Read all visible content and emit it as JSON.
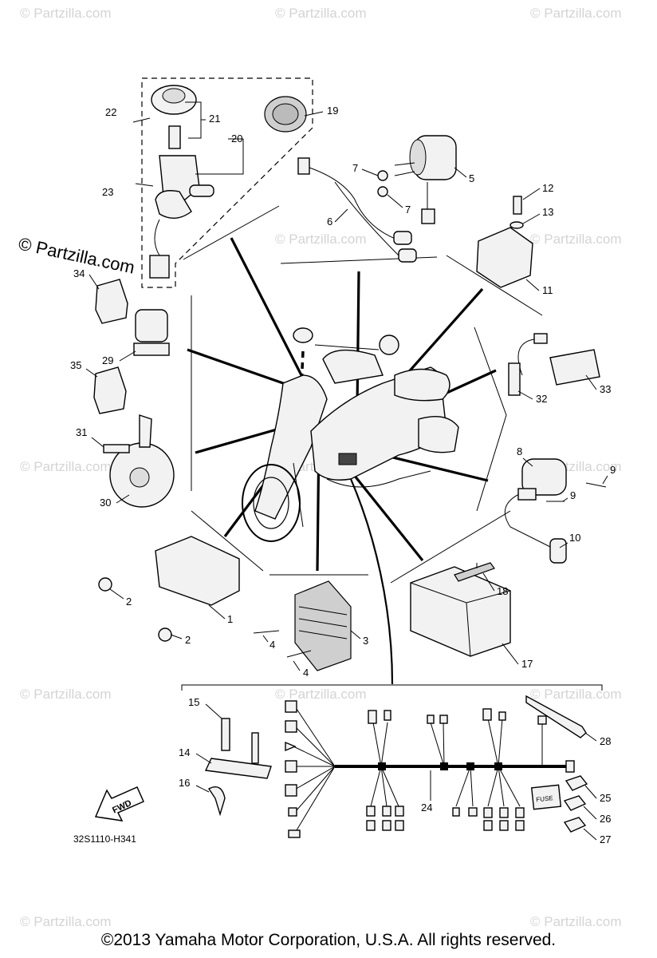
{
  "watermark": "© Partzilla.com",
  "diagram_code": "32S1110-H341",
  "fwd_label": "FWD",
  "fuse_label": "FUSE",
  "copyright": "©2013  Yamaha Motor Corporation, U.S.A. All rights reserved.",
  "callouts": {
    "c1": "1",
    "c2a": "2",
    "c2b": "2",
    "c3": "3",
    "c4a": "4",
    "c4b": "4",
    "c5": "5",
    "c6": "6",
    "c7a": "7",
    "c7b": "7",
    "c8": "8",
    "c9a": "9",
    "c9b": "9",
    "c10": "10",
    "c11": "11",
    "c12": "12",
    "c13": "13",
    "c14": "14",
    "c15": "15",
    "c16": "16",
    "c17": "17",
    "c18": "18",
    "c19": "19",
    "c20": "20",
    "c21": "21",
    "c22": "22",
    "c23": "23",
    "c24": "24",
    "c25": "25",
    "c26": "26",
    "c27": "27",
    "c28": "28",
    "c29": "29",
    "c30": "30",
    "c31": "31",
    "c32": "32",
    "c33": "33",
    "c34": "34",
    "c35": "35"
  }
}
